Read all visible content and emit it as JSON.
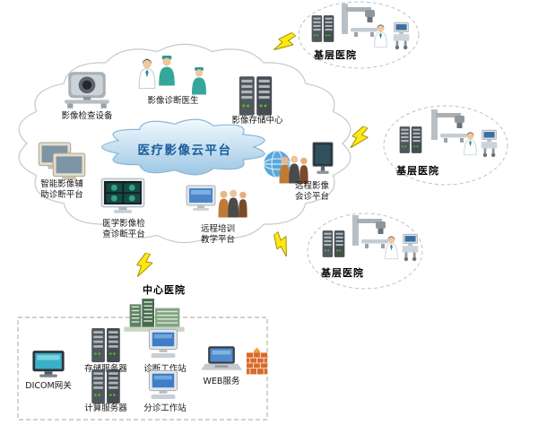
{
  "platform": {
    "label": "医疗影像云平台"
  },
  "cloud_nodes": {
    "equipment": {
      "label": "影像检查设备"
    },
    "doctors": {
      "label": "影像诊断医生"
    },
    "storage": {
      "label": "影像存储中心"
    },
    "ai_assist": {
      "label": "智能影像辅\n助诊断平台"
    },
    "exam_query": {
      "label": "医学影像检\n查诊断平台"
    },
    "training": {
      "label": "远程培训\n教学平台"
    },
    "consult": {
      "label": "远程影像\n会诊平台"
    }
  },
  "branch_hospitals": {
    "top": {
      "label": "基层医院"
    },
    "middle": {
      "label": "基层医院"
    },
    "bottom": {
      "label": "基层医院"
    }
  },
  "central_hospital": {
    "label": "中心医院"
  },
  "datacenter": {
    "dicom_gateway": {
      "label": "DICOM网关"
    },
    "storage_server": {
      "label": "存储服务器"
    },
    "compute_server": {
      "label": "计算服务器"
    },
    "diag_workstation": {
      "label": "诊断工作站"
    },
    "triage_workstation": {
      "label": "分诊工作站"
    },
    "web_service": {
      "label": "WEB服务"
    }
  },
  "colors": {
    "cloud_outline": "#c2cad0",
    "platform_cloud_fill": "#a9cfe9",
    "platform_text": "#1a5e9c",
    "lightning": "#fde910",
    "firewall": "#d96a2b"
  }
}
